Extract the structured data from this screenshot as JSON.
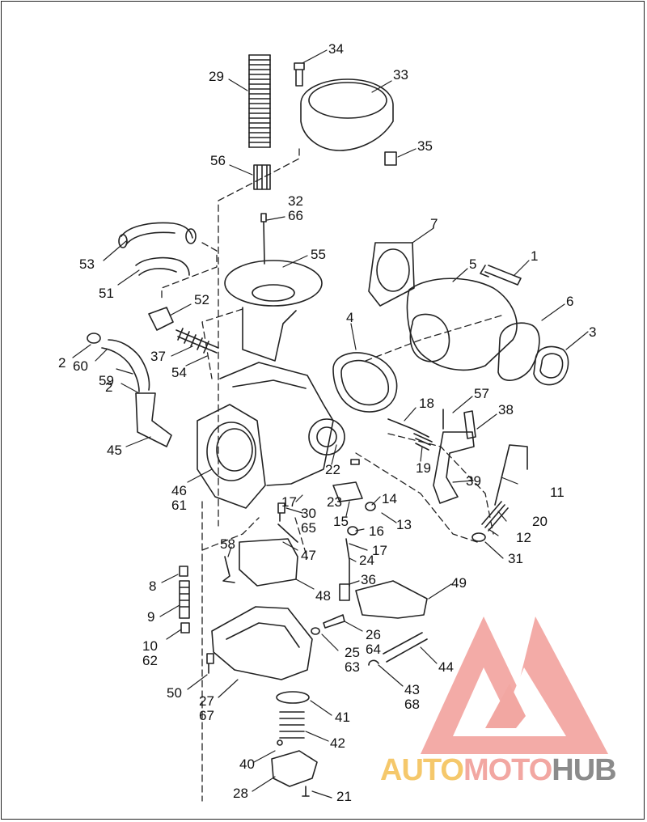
{
  "brand": {
    "part1": "AUTO",
    "part2": "MOTO",
    "part3": "HUB",
    "colors": {
      "auto": "#f5c86b",
      "moto": "#f2a7a2",
      "hub": "#8b8b8b",
      "logo": "#e9423b"
    }
  },
  "callouts": {
    "c34": "34",
    "c29": "29",
    "c33": "33",
    "c35": "35",
    "c56": "56",
    "c32": "32",
    "c66": "66",
    "c7": "7",
    "c55": "55",
    "c1": "1",
    "c5": "5",
    "c53": "53",
    "c51": "51",
    "c6": "6",
    "c52": "52",
    "c3": "3",
    "c4": "4",
    "c2a": "2",
    "c60": "60",
    "c37": "37",
    "c59": "59",
    "c54": "54",
    "c2b": "2",
    "c18": "18",
    "c57": "57",
    "c38": "38",
    "c45": "45",
    "c19": "19",
    "c22": "22",
    "c39": "39",
    "c11": "11",
    "c46": "46",
    "c61": "61",
    "c17a": "17",
    "c23": "23",
    "c14": "14",
    "c30": "30",
    "c65": "65",
    "c15": "15",
    "c13": "13",
    "c20": "20",
    "c16": "16",
    "c12": "12",
    "c17b": "17",
    "c58": "58",
    "c47": "47",
    "c24": "24",
    "c31": "31",
    "c8": "8",
    "c36": "36",
    "c49": "49",
    "c48": "48",
    "c9": "9",
    "c26": "26",
    "c64": "64",
    "c10": "10",
    "c62": "62",
    "c25": "25",
    "c63": "63",
    "c44": "44",
    "c50": "50",
    "c27": "27",
    "c67": "67",
    "c43": "43",
    "c68": "68",
    "c41": "41",
    "c42": "42",
    "c40": "40",
    "c28": "28",
    "c21": "21"
  }
}
